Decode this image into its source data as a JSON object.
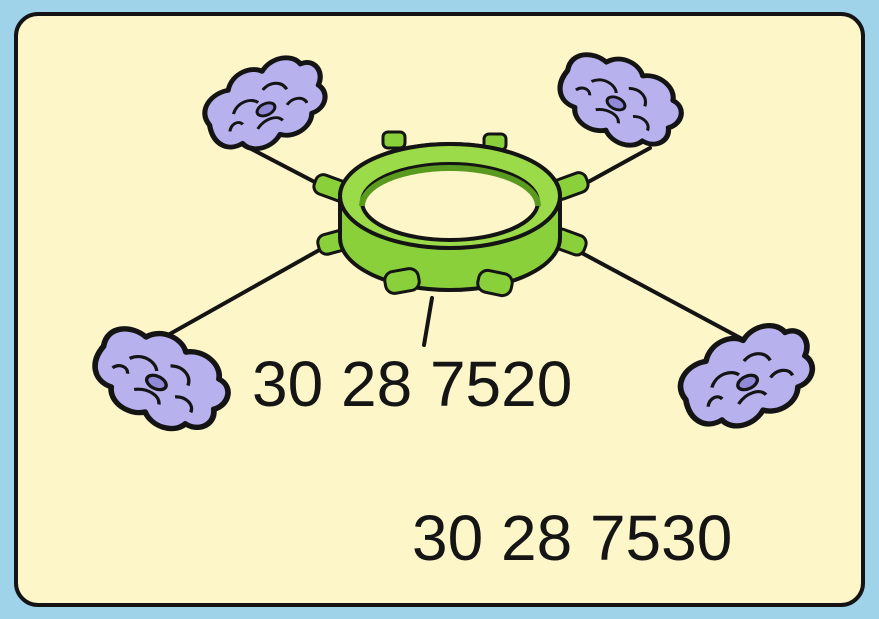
{
  "labels": {
    "part_main": "30 28 7520",
    "part_set": "30 28 7530"
  },
  "colors": {
    "background": "#9fd3ea",
    "panel": "#fdf6c9",
    "ring": "#8ad03a",
    "ring_dark": "#5a9a1f",
    "flower": "#b7b2ee",
    "outline": "#141414"
  },
  "icons": {
    "ring": "green-ring-with-pegs",
    "flower": "purple-flower-cluster",
    "leader": "leader-line"
  }
}
